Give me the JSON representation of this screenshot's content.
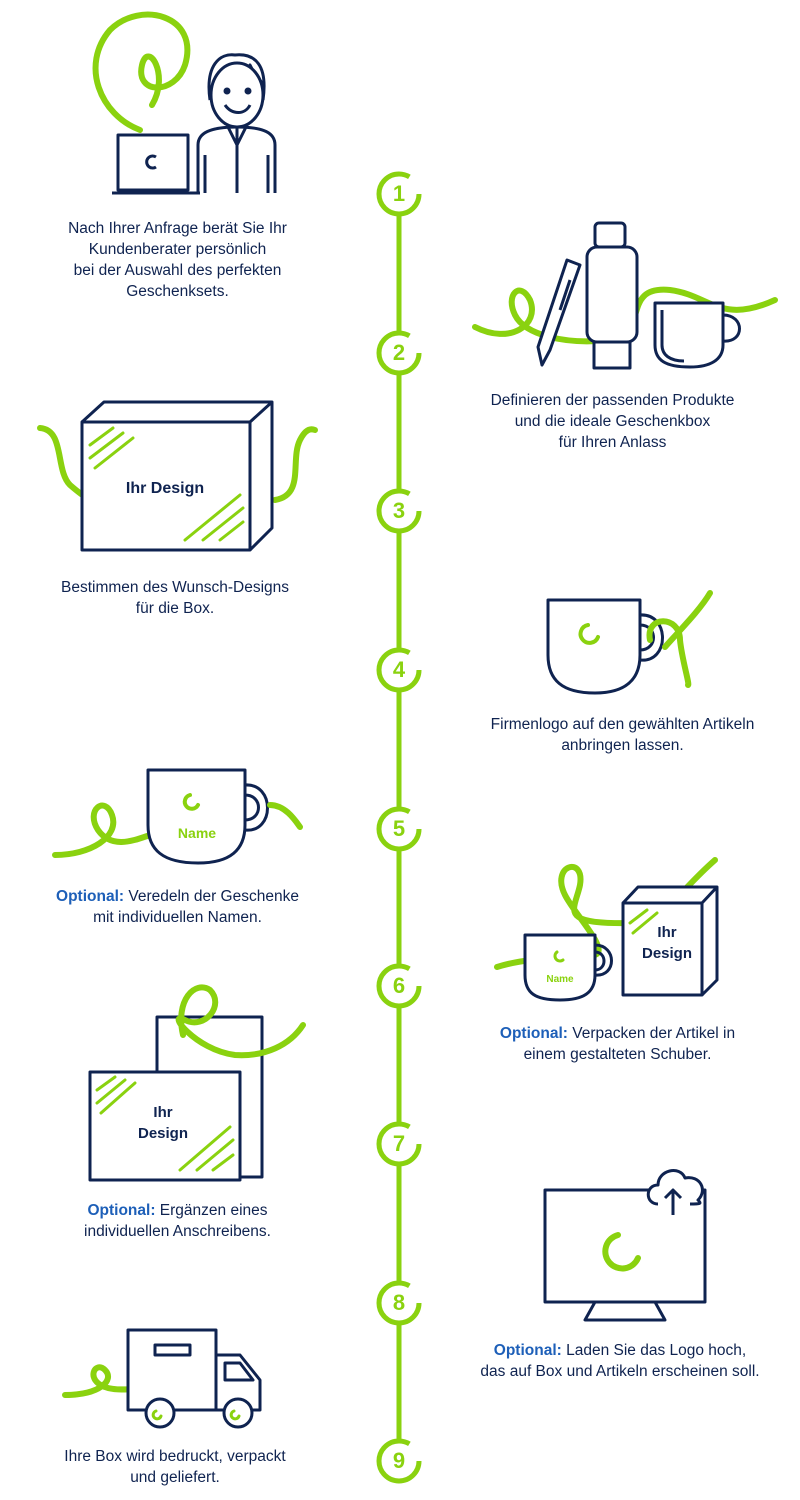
{
  "colors": {
    "accent": "#8ad20f",
    "navy": "#0f2350",
    "optional_blue": "#1d5fb8",
    "background": "#ffffff"
  },
  "icons": [
    "person-with-laptop-icon",
    "pen-icon",
    "bottle-icon",
    "cup-icon",
    "gift-box-icon",
    "mug-with-logo-icon",
    "mug-with-name-icon",
    "slipcase-box-icon",
    "letter-icon",
    "monitor-upload-icon",
    "truck-icon"
  ],
  "steps": [
    {
      "number": "1",
      "optional": "",
      "line1": "Nach Ihrer Anfrage berät Sie Ihr",
      "line2": "Kundenberater persönlich",
      "line3": "bei der Auswahl des perfekten",
      "line4": "Geschenksets."
    },
    {
      "number": "2",
      "optional": "",
      "line1": "Definieren der passenden Produkte",
      "line2": "und die ideale Geschenkbox",
      "line3": "für Ihren Anlass"
    },
    {
      "number": "3",
      "optional": "",
      "line1": "Bestimmen des Wunsch-Designs",
      "line2": "für die Box.",
      "box_text": "Ihr Design"
    },
    {
      "number": "4",
      "optional": "",
      "line1": "Firmenlogo auf den gewählten Artikeln",
      "line2": "anbringen lassen."
    },
    {
      "number": "5",
      "optional": "Optional:",
      "line1": " Veredeln der Geschenke",
      "line2": "mit individuellen Namen.",
      "mug_text": "Name"
    },
    {
      "number": "6",
      "optional": "Optional:",
      "line1": " Verpacken der Artikel in",
      "line2": "einem gestalteten Schuber.",
      "mug_text": "Name",
      "box_text_1": "Ihr",
      "box_text_2": "Design"
    },
    {
      "number": "7",
      "optional": "Optional:",
      "line1": " Ergänzen eines",
      "line2": "individuellen Anschreibens.",
      "box_text_1": "Ihr",
      "box_text_2": "Design"
    },
    {
      "number": "8",
      "optional": "Optional:",
      "line1": " Laden Sie das Logo hoch,",
      "line2": "das auf Box und Artikeln erscheinen soll."
    },
    {
      "number": "9",
      "optional": "",
      "line1": "Ihre Box wird bedruckt, verpackt",
      "line2": "und geliefert."
    }
  ]
}
